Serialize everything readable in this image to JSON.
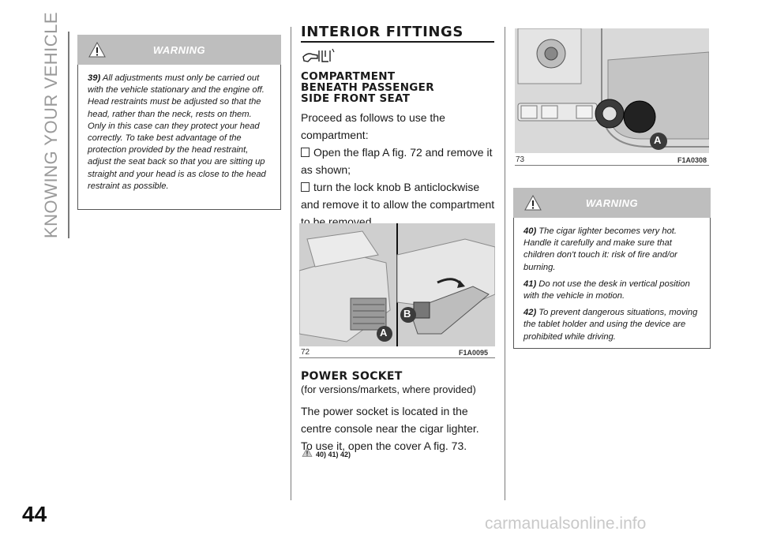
{
  "side": {
    "title": "KNOWING YOUR VEHICLE",
    "page_number": "44"
  },
  "watermark": "carmanualsonline.info",
  "left_warning": {
    "heading": "WARNING",
    "items": [
      {
        "num": "39)",
        "text": "All adjustments must only be carried out with the vehicle stationary and the engine off. Head restraints must be adjusted so that the head, rather than the neck, rests on them. Only in this case can they protect your head correctly. To take best advantage of the protection provided by the head restraint, adjust the seat back so that you are sitting up straight and your head is as close to the head restraint as possible."
      }
    ]
  },
  "middle": {
    "title": "INTERIOR FITTINGS",
    "section1": {
      "heading_lines": [
        "COMPARTMENT",
        "BENEATH PASSENGER",
        "SIDE FRONT SEAT"
      ],
      "intro_lines": [
        "Proceed as follows to use the",
        "compartment:"
      ],
      "bullets": [
        {
          "lines": [
            "Open the flap A fig. 72 and remove it",
            "as shown;"
          ]
        },
        {
          "lines": [
            "turn the lock knob B anticlockwise",
            "and remove it to allow the compartment",
            "to be removed."
          ]
        }
      ]
    },
    "figure72": {
      "number": "72",
      "code": "F1A0095",
      "label_a": "A",
      "label_b": "B"
    },
    "section2": {
      "heading": "POWER SOCKET",
      "subheading": "(for versions/markets, where provided)",
      "lines": [
        "The power socket is located in the",
        "centre console near the cigar lighter.",
        "To use it, open the cover A fig. 73."
      ],
      "refs": "40) 41) 42)"
    }
  },
  "right": {
    "figure73": {
      "number": "73",
      "code": "F1A0308",
      "label_a": "A"
    },
    "warning": {
      "heading": "WARNING",
      "items": [
        {
          "num": "40)",
          "text": "The cigar lighter becomes very hot. Handle it carefully and make sure that children don't touch it: risk of fire and/or burning."
        },
        {
          "num": "41)",
          "text": "Do not use the desk in vertical position with the vehicle in motion."
        },
        {
          "num": "42)",
          "text": "To prevent dangerous situations, moving the tablet holder and using the device are prohibited while driving."
        }
      ]
    }
  }
}
